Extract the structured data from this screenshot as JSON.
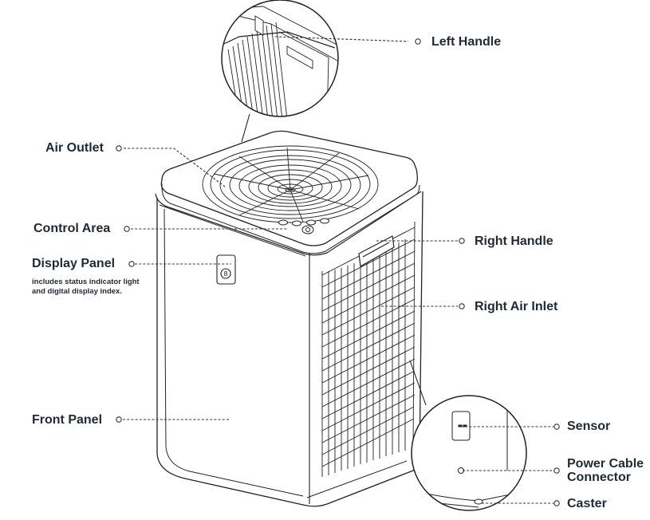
{
  "labels": {
    "left_handle": "Left Handle",
    "air_outlet": "Air Outlet",
    "control_area": "Control Area",
    "display_panel": "Display Panel",
    "display_panel_note": "includes status indicator light and digital display index.",
    "right_handle": "Right Handle",
    "right_air_inlet": "Right Air Inlet",
    "front_panel": "Front Panel",
    "sensor": "Sensor",
    "power_cable_connector_line1": "Power Cable",
    "power_cable_connector_line2": "Connector",
    "caster": "Caster"
  },
  "colors": {
    "label_text": "#1f2a36",
    "line_art": "#222222",
    "leader": "#333333"
  }
}
